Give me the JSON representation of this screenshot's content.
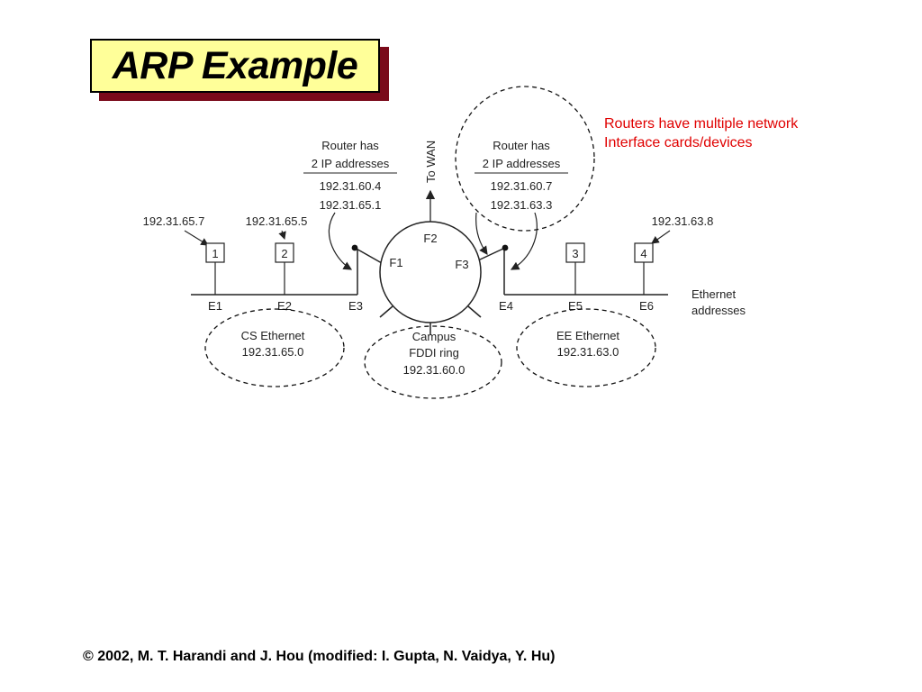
{
  "slide": {
    "title": "ARP Example",
    "note_lines": [
      "Routers have multiple network",
      "Interface cards/devices"
    ],
    "footer": "© 2002, M. T. Harandi and J. Hou (modified: I. Gupta, N. Vaidya, Y. Hu)",
    "accent_color": "#e00000",
    "title_bg": "#ffff99",
    "title_shadow": "#7a0a1a"
  },
  "diagram": {
    "to_wan": "To WAN",
    "router_left": {
      "line1": "Router has",
      "line2": "2 IP addresses",
      "ip1": "192.31.60.4",
      "ip2": "192.31.65.1"
    },
    "router_right": {
      "line1": "Router has",
      "line2": "2 IP addresses",
      "ip1": "192.31.60.7",
      "ip2": "192.31.63.3"
    },
    "hosts": [
      {
        "label": "1",
        "ip": "192.31.65.7"
      },
      {
        "label": "2",
        "ip": "192.31.65.5"
      },
      {
        "label": "3",
        "ip": ""
      },
      {
        "label": "4",
        "ip": "192.31.63.8"
      }
    ],
    "ethernet_labels": [
      "E1",
      "E2",
      "E3",
      "E4",
      "E5",
      "E6"
    ],
    "fddi_labels": [
      "F1",
      "F2",
      "F3"
    ],
    "ethernet_addresses": {
      "line1": "Ethernet",
      "line2": "addresses"
    },
    "networks": {
      "cs": {
        "line1": "CS Ethernet",
        "line2": "192.31.65.0"
      },
      "campus": {
        "line1": "Campus",
        "line2": "FDDI ring",
        "line3": "192.31.60.0"
      },
      "ee": {
        "line1": "EE Ethernet",
        "line2": "192.31.63.0"
      }
    }
  }
}
